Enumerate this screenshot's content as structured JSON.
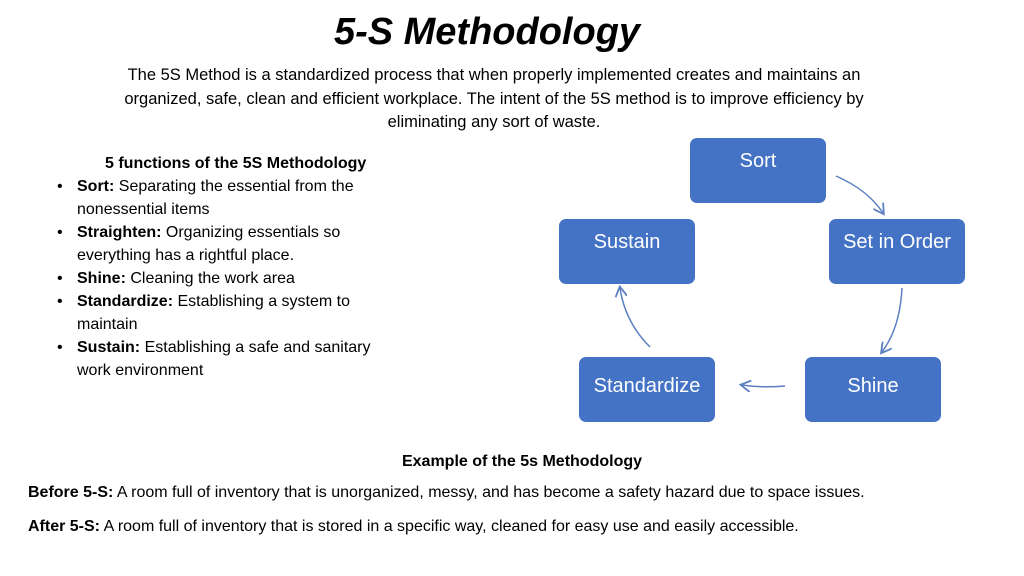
{
  "title": "5-S Methodology",
  "intro": "The 5S Method is a standardized process that when properly implemented creates and maintains an organized, safe, clean and efficient workplace. The intent of the 5S method is to improve efficiency by eliminating any sort of waste.",
  "functions": {
    "heading": "5 functions of the 5S Methodology",
    "items": [
      {
        "term": "Sort:",
        "text": "Separating the essential from the nonessential items"
      },
      {
        "term": "Straighten:",
        "text": "Organizing essentials so everything has a  rightful place."
      },
      {
        "term": "Shine:",
        "text": "Cleaning the work area"
      },
      {
        "term": "Standardize:",
        "text": "Establishing a system to maintain"
      },
      {
        "term": "Sustain:",
        "text": "Establishing a safe and sanitary work environment"
      }
    ]
  },
  "cycle": {
    "sort": "Sort",
    "set_in_order": "Set in Order",
    "shine": "Shine",
    "standardize": "Standardize",
    "sustain": "Sustain",
    "box_color": "#4472c4",
    "arrow_color": "#5b7fc0"
  },
  "example": {
    "heading": "Example of the 5s Methodology",
    "before_label": "Before 5-S:",
    "before_text": "A room full of inventory that is unorganized, messy, and has become a safety hazard due to space issues.",
    "after_label": "After 5-S:",
    "after_text": "A room full of inventory that is stored in a specific way, cleaned for easy use and easily accessible."
  }
}
